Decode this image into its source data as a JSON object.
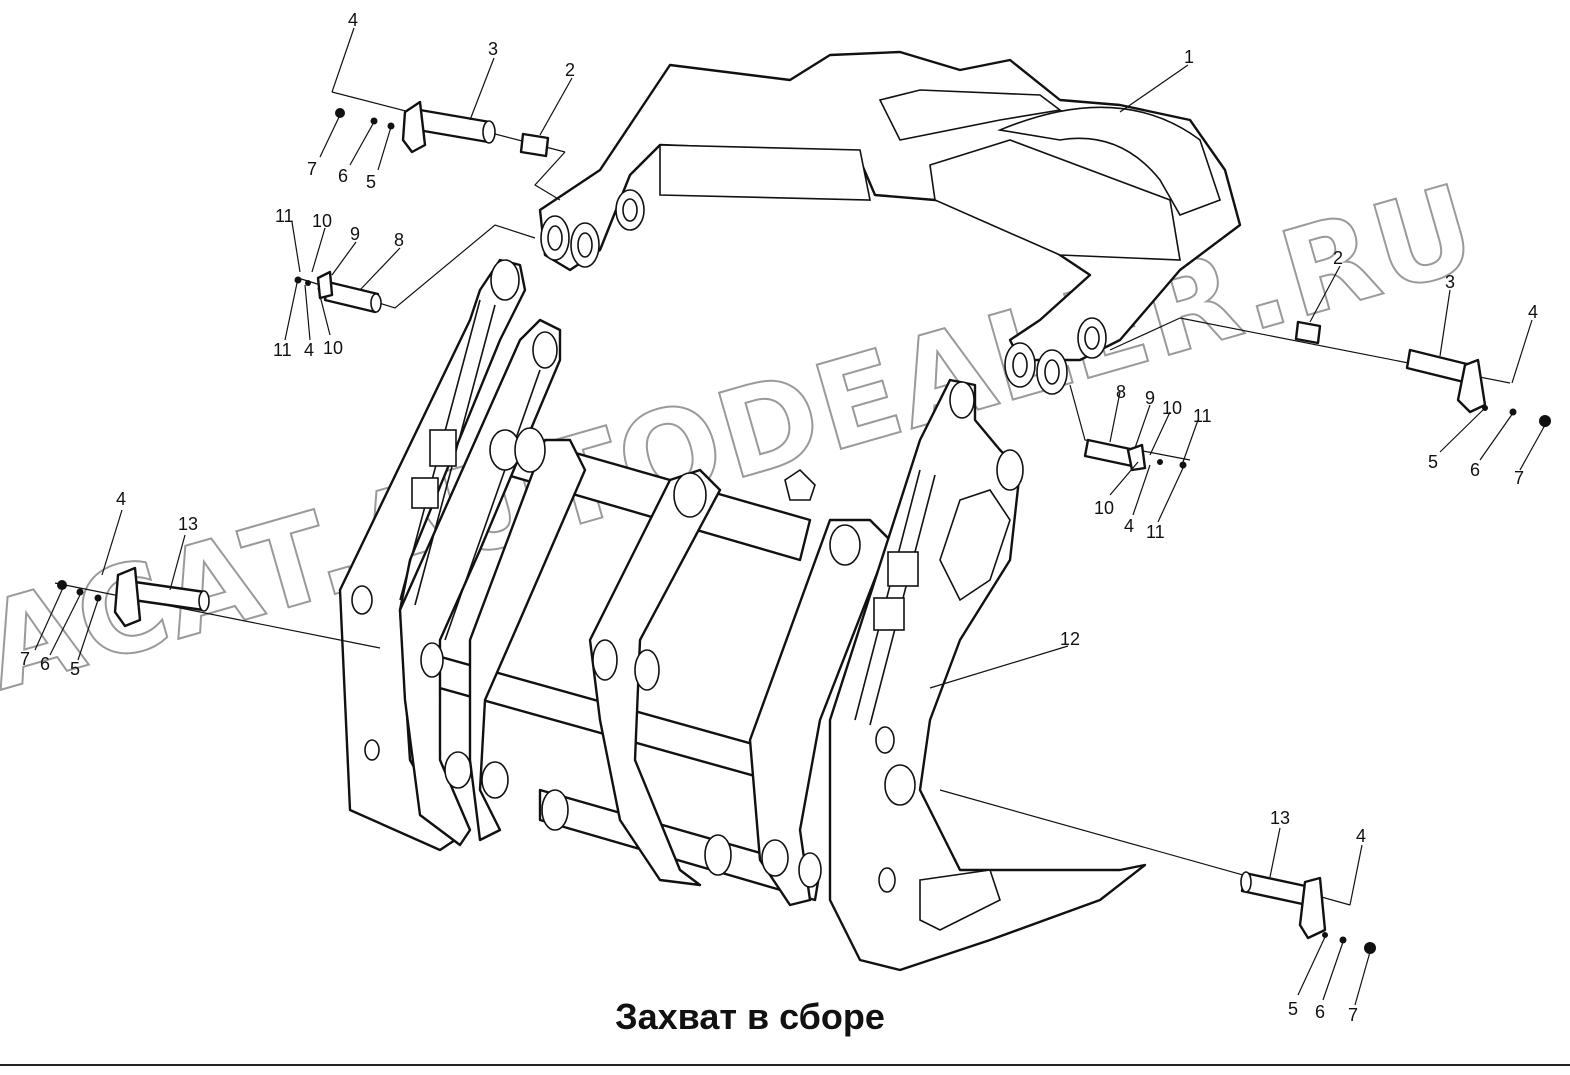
{
  "caption": "Захват в сборе",
  "watermark": "ACAT.AUTODEALER.RU",
  "callout_labels": [
    "1",
    "2",
    "3",
    "4",
    "5",
    "6",
    "7",
    "8",
    "9",
    "10",
    "11",
    "12",
    "13"
  ]
}
